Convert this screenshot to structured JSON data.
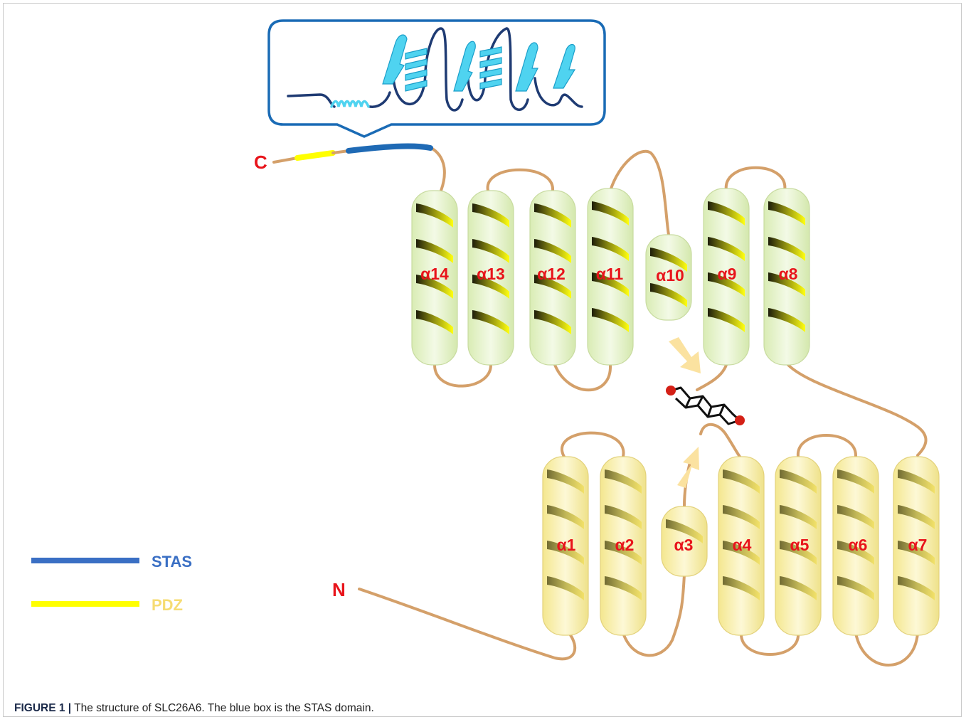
{
  "figure": {
    "caption_label": "FIGURE 1 |",
    "caption_text": " The structure of SLC26A6. The blue box is the STAS domain."
  },
  "termini": {
    "c_label": "C",
    "n_label": "N"
  },
  "helices": [
    {
      "id": "a14",
      "label": "α14",
      "layer": "upper",
      "size": "long"
    },
    {
      "id": "a13",
      "label": "α13",
      "layer": "upper",
      "size": "long"
    },
    {
      "id": "a12",
      "label": "α12",
      "layer": "upper",
      "size": "long"
    },
    {
      "id": "a11",
      "label": "α11",
      "layer": "upper",
      "size": "long"
    },
    {
      "id": "a10",
      "label": "α10",
      "layer": "upper",
      "size": "short"
    },
    {
      "id": "a9",
      "label": "α9",
      "layer": "upper",
      "size": "long"
    },
    {
      "id": "a8",
      "label": "α8",
      "layer": "upper",
      "size": "long"
    },
    {
      "id": "a1",
      "label": "α1",
      "layer": "lower",
      "size": "long"
    },
    {
      "id": "a2",
      "label": "α2",
      "layer": "lower",
      "size": "long"
    },
    {
      "id": "a3",
      "label": "α3",
      "layer": "lower",
      "size": "short"
    },
    {
      "id": "a4",
      "label": "α4",
      "layer": "lower",
      "size": "long"
    },
    {
      "id": "a5",
      "label": "α5",
      "layer": "lower",
      "size": "long"
    },
    {
      "id": "a6",
      "label": "α6",
      "layer": "lower",
      "size": "long"
    },
    {
      "id": "a7",
      "label": "α7",
      "layer": "lower",
      "size": "long"
    }
  ],
  "legend": [
    {
      "label": "STAS",
      "color": "#3a6fc4"
    },
    {
      "label": "PDZ",
      "color": "#f6dc72"
    }
  ],
  "colors": {
    "label_red": "#e8141b",
    "loop_tan": "#d4a06a",
    "stas_blue": "#1f6ab5",
    "pdz_yellow": "#ffff00",
    "callout_border": "#1a6bb5",
    "helix_upper_fill": "#e9f5d2",
    "helix_lower_fill": "#fbf4bf",
    "arrow_fill": "#fbe2a0",
    "ribbon_cyan": "#4fd3f0",
    "coil_navy": "#1f3b73"
  }
}
